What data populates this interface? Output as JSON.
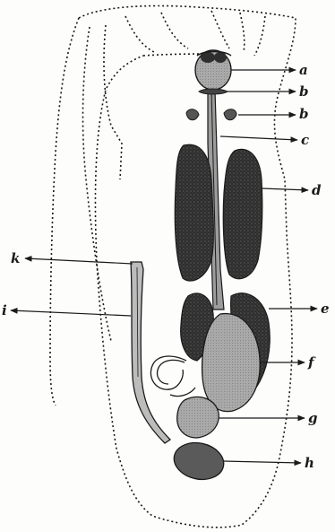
{
  "labels": {
    "a": "a",
    "b1": "b",
    "b2": "b",
    "c": "c",
    "d": "d",
    "e": "e",
    "f": "f",
    "g": "g",
    "h": "h",
    "k": "k",
    "i": "i"
  },
  "colors": {
    "ink": "#1a1a1a",
    "dark_tissue": "#3a3a3a",
    "mid_tissue": "#8a8a8a",
    "light_tissue": "#b5b5b5",
    "paper": "#fdfdfb"
  }
}
